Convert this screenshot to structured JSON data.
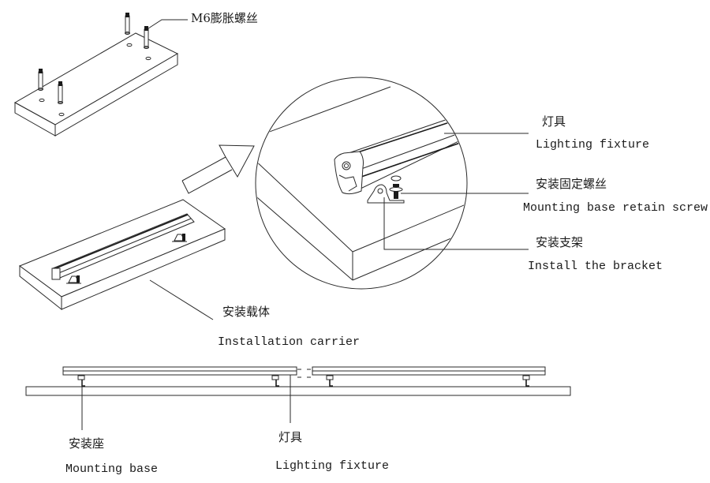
{
  "callouts": {
    "expansion_screw": {
      "cn": "M6膨胀螺丝"
    },
    "lighting_fixture_zoom": {
      "cn": "灯具",
      "en": "Lighting fixture"
    },
    "retain_screw": {
      "cn": "安装固定螺丝",
      "en": "Mounting base retain screw"
    },
    "bracket": {
      "cn": "安装支架",
      "en": "Install the bracket"
    },
    "carrier": {
      "cn": "安装载体",
      "en": "Installation carrier"
    },
    "mounting_base": {
      "cn": "安装座",
      "en": "Mounting base"
    },
    "lighting_fixture_side": {
      "cn": "灯具",
      "en": "Lighting fixture"
    }
  },
  "colors": {
    "line": "#2a2a2a",
    "background": "#ffffff"
  }
}
